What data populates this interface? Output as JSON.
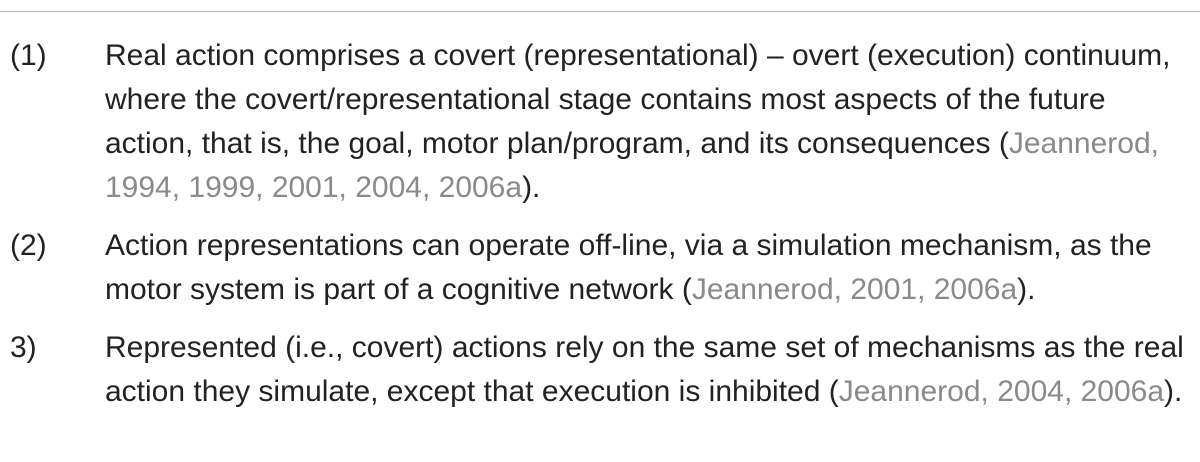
{
  "items": [
    {
      "number": "(1)",
      "text": "Real action comprises a covert (representational) – overt (execution) continuum, where the covert/representational stage contains most aspects of the future action, that is, the goal, motor plan/program, and its consequences (",
      "citation": "Jeannerod, 1994, 1999, 2001, 2004, 2006a",
      "end": ")."
    },
    {
      "number": "(2)",
      "text": "Action representations can operate off-line, via a simulation mechanism, as the motor system is part of a cognitive network (",
      "citation": "Jeannerod, 2001, 2006a",
      "end": ")."
    },
    {
      "number": "3)",
      "text": "Represented (i.e., covert) actions rely on the same set of mechanisms as the real action they simulate, except that execution is inhibited (",
      "citation": "Jeannerod, 2004, 2006a",
      "end": ")."
    }
  ]
}
